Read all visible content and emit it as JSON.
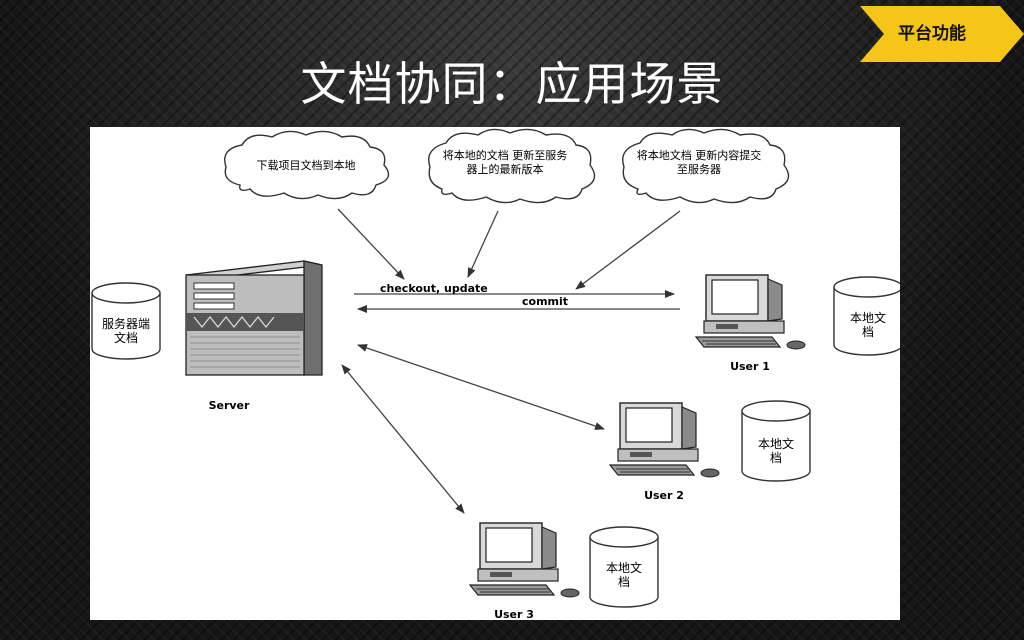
{
  "badge": {
    "label": "平台功能",
    "color": "#f5c518"
  },
  "title": "文档协同：应用场景",
  "diagram": {
    "clouds": [
      {
        "text": "下载项目文档到本地"
      },
      {
        "text": "将本地的文档 更新至服务器上的最新版本"
      },
      {
        "text": "将本地文档 更新内容提交至服务器"
      }
    ],
    "arrows": {
      "checkout": "checkout, update",
      "commit": "commit"
    },
    "server": {
      "label": "Server",
      "storage": "服务器端文档"
    },
    "users": [
      {
        "label": "User 1",
        "storage": "本地文档"
      },
      {
        "label": "User 2",
        "storage": "本地文档"
      },
      {
        "label": "User 3",
        "storage": "本地文档"
      }
    ]
  }
}
